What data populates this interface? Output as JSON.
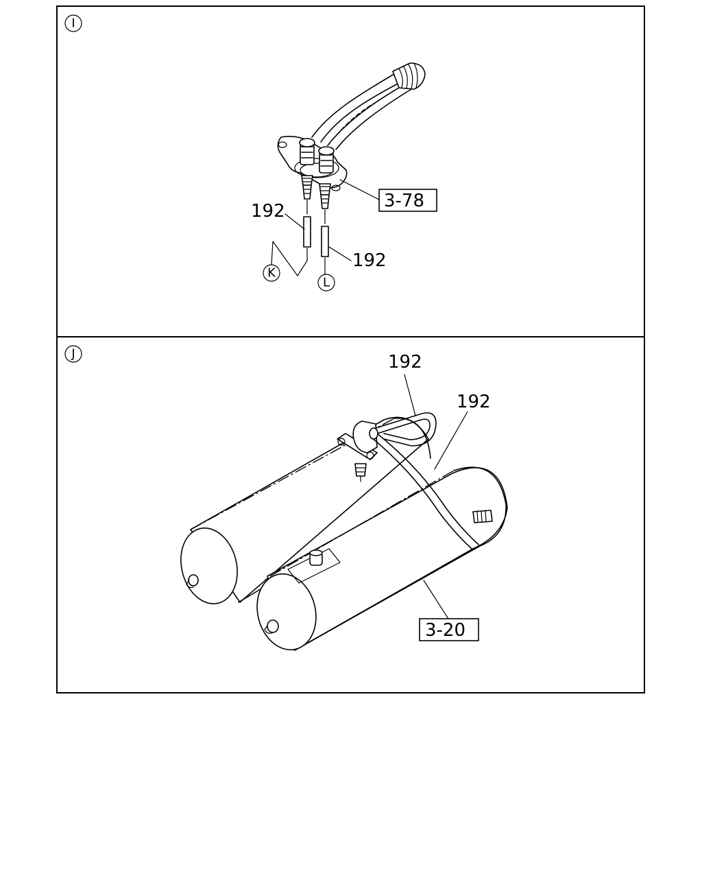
{
  "panels": [
    {
      "id_label": "I",
      "callouts": [
        {
          "key": "ref_box",
          "text": "3-78",
          "boxed": true
        },
        {
          "key": "part_left",
          "text": "192",
          "boxed": false
        },
        {
          "key": "part_right",
          "text": "192",
          "boxed": false
        }
      ],
      "connectors": [
        "K",
        "L"
      ]
    },
    {
      "id_label": "J",
      "callouts": [
        {
          "key": "part_top",
          "text": "192",
          "boxed": false
        },
        {
          "key": "part_second",
          "text": "192",
          "boxed": false
        },
        {
          "key": "ref_box",
          "text": "3-20",
          "boxed": true
        }
      ]
    }
  ]
}
